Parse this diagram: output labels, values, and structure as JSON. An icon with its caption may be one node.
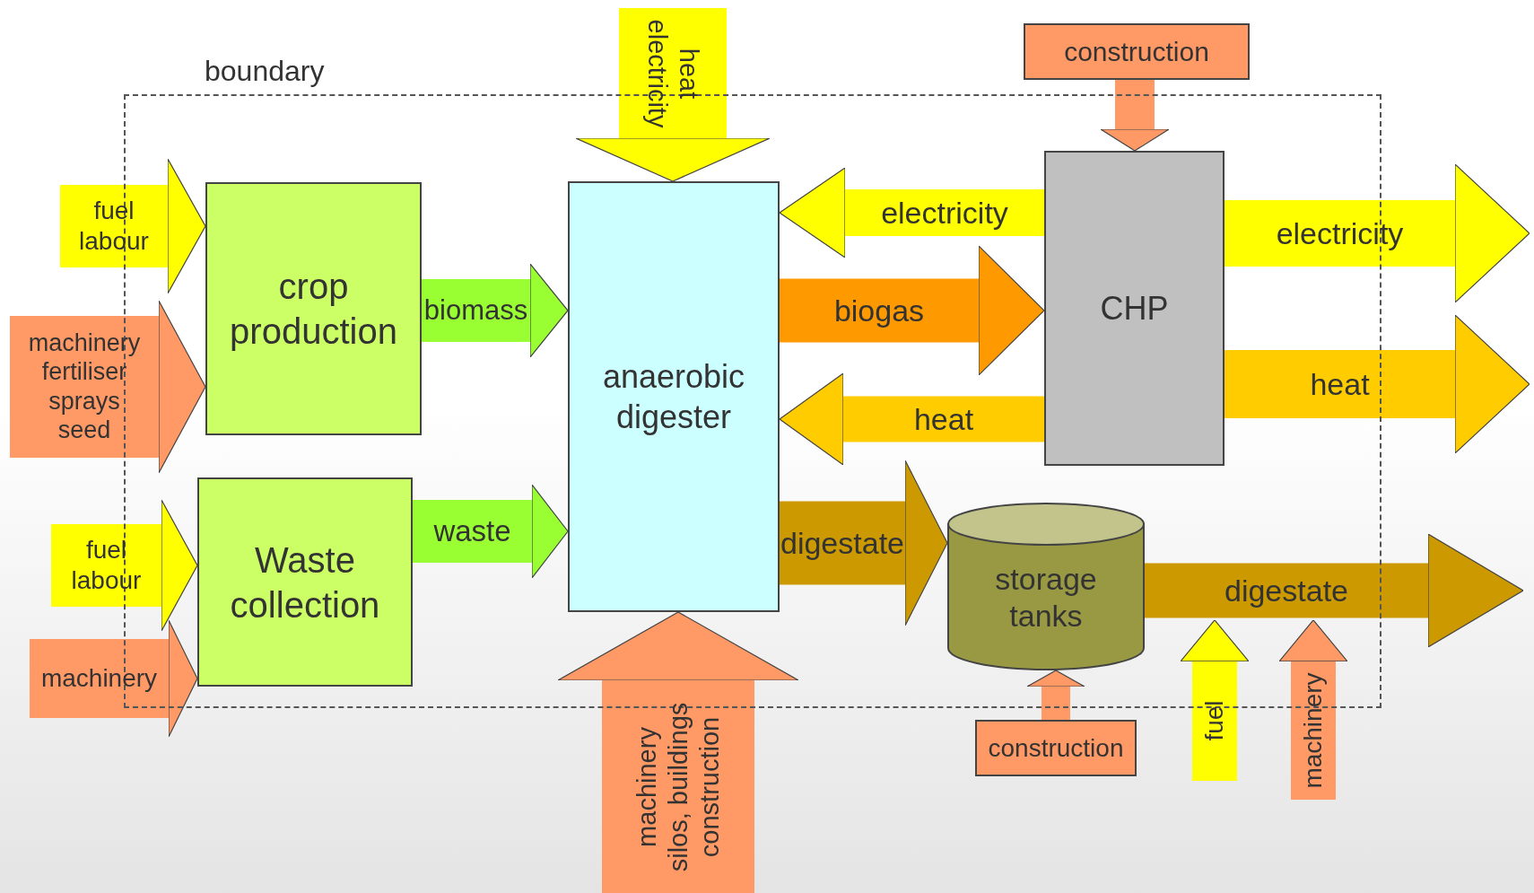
{
  "diagram": {
    "nodes": [
      {
        "text": [
          "boundary"
        ]
      },
      {
        "text": [
          "crop production"
        ],
        "in": 0
      },
      {
        "text": [
          "Waste collection"
        ],
        "in": 0
      },
      {
        "text": [
          "anaerobic digester"
        ],
        "in": 0
      },
      {
        "text": [
          "CHP"
        ],
        "in": 0
      },
      {
        "text": [
          "storage tanks"
        ],
        "in": 0
      },
      {
        "text": [
          "construction"
        ]
      },
      {
        "text": [
          "construction"
        ]
      }
    ],
    "edges": [
      {
        "from": null,
        "to": 1,
        "arrow": "to",
        "label": "fuel labour",
        "color": "#ffff00"
      },
      {
        "from": null,
        "to": 1,
        "arrow": "to",
        "label": "machinery fertiliser sprays seed",
        "color": "#ff9966"
      },
      {
        "from": null,
        "to": 2,
        "arrow": "to",
        "label": "fuel labour",
        "color": "#ffff00"
      },
      {
        "from": null,
        "to": 2,
        "arrow": "to",
        "label": "machinery",
        "color": "#ff9966"
      },
      {
        "from": 1,
        "to": 3,
        "arrow": "to",
        "label": "biomass",
        "color": "#99ff33"
      },
      {
        "from": 2,
        "to": 3,
        "arrow": "to",
        "label": "waste",
        "color": "#99ff33"
      },
      {
        "from": null,
        "to": 3,
        "arrow": "to",
        "label": "heat electricity",
        "color": "#ffff00"
      },
      {
        "from": null,
        "to": 3,
        "arrow": "to",
        "label": "machinery silos, buildings construction",
        "color": "#ff9966"
      },
      {
        "from": 4,
        "to": 3,
        "arrow": "to",
        "label": "electricity",
        "color": "#ffff00"
      },
      {
        "from": 3,
        "to": 4,
        "arrow": "to",
        "label": "biogas",
        "color": "#ff9900"
      },
      {
        "from": 4,
        "to": 3,
        "arrow": "to",
        "label": "heat",
        "color": "#ffcc00"
      },
      {
        "from": 6,
        "to": 4,
        "arrow": "to",
        "color": "#ff9966"
      },
      {
        "from": 4,
        "to": null,
        "arrow": "to",
        "label": "electricity",
        "color": "#ffff00"
      },
      {
        "from": 4,
        "to": null,
        "arrow": "to",
        "label": "heat",
        "color": "#ffcc00"
      },
      {
        "from": 3,
        "to": 5,
        "arrow": "to",
        "label": "digestate",
        "color": "#cc9900"
      },
      {
        "from": 7,
        "to": 5,
        "arrow": "to",
        "color": "#ff9966"
      },
      {
        "from": 5,
        "to": null,
        "arrow": "to",
        "label": "digestate",
        "color": "#cc9900"
      },
      {
        "from": null,
        "to": 5,
        "arrow": "to",
        "label": "fuel",
        "color": "#ffff00"
      },
      {
        "from": null,
        "to": 5,
        "arrow": "to",
        "label": "machinery",
        "color": "#ff9966"
      }
    ]
  }
}
